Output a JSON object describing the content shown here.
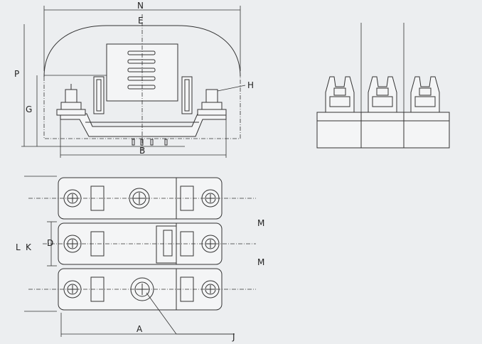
{
  "labels": {
    "N": "N",
    "E": "E",
    "P": "P",
    "G": "G",
    "H": "H",
    "B": "B",
    "M_top": "M",
    "M_bottom": "M",
    "L": "L",
    "K": "K",
    "D": "D",
    "A": "A",
    "J": "J"
  },
  "colors": {
    "background": "#eceef0",
    "line": "#333333",
    "part_fill": "#f4f5f6"
  }
}
